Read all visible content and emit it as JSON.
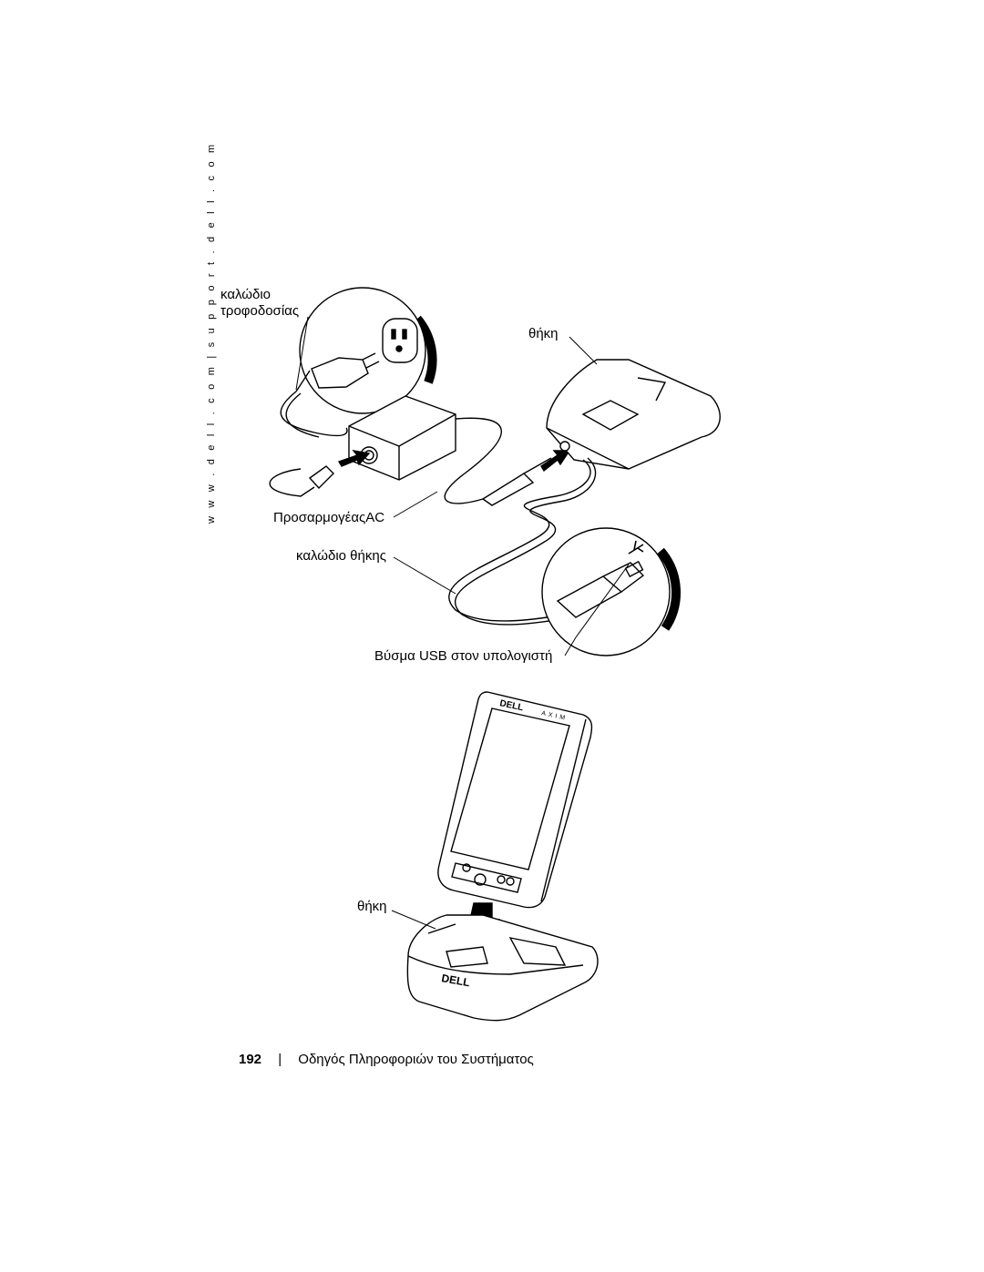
{
  "sidebar": {
    "url_text": "w w w . d e l l . c o m   |   s u p p o r t . d e l l . c o m"
  },
  "callouts": {
    "power_cable_line1": "καλώδιο",
    "power_cable_line2": "τροφοδοσίας",
    "cradle_top": "θήκη",
    "ac_adapter": "ΠροσαρμογέαςAC",
    "cradle_cable": "καλώδιο θήκης",
    "usb_connector": "Βύσμα USB στον υπολογιστή",
    "cradle_bottom": "θήκη"
  },
  "device": {
    "brand_logo": "DELL",
    "model_text": "AXIM"
  },
  "icons": [
    "power-outlet-icon",
    "usb-icon",
    "arrow-icon"
  ],
  "footer": {
    "page_number": "192",
    "separator": "|",
    "title": "Οδηγός Πληροφοριών του Συστήματος"
  }
}
